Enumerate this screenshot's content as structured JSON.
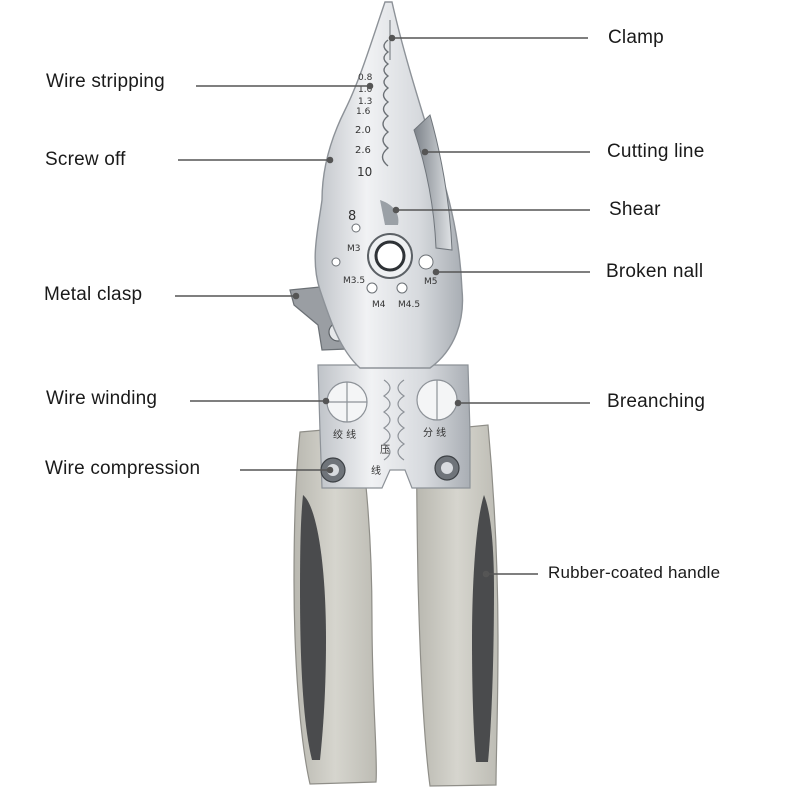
{
  "labels": {
    "clamp": "Clamp",
    "wire_stripping": "Wire stripping",
    "cutting_line": "Cutting line",
    "screw_off": "Screw off",
    "shear": "Shear",
    "broken_nall": "Broken nall",
    "metal_clasp": "Metal clasp",
    "wire_winding": "Wire winding",
    "breanching": "Breanching",
    "wire_compression": "Wire compression",
    "rubber_coated_handle": "Rubber-coated handle"
  },
  "gauge_marks": [
    "0.8",
    "1.0",
    "1.3",
    "1.6",
    "2.0",
    "2.6",
    "10"
  ],
  "screw_marks": [
    "8",
    "M3",
    "M3.5",
    "M4",
    "M4.5",
    "M5"
  ],
  "handle_marks": {
    "left_top": "绞 线",
    "center_top": "压",
    "center_bottom": "线",
    "right_top": "分 线"
  },
  "colors": {
    "steel": "#d9dce0",
    "steel_dark": "#9aa0a6",
    "handle_grey": "#c9c8c0",
    "rubber_dark": "#4a4b4d",
    "leader_line": "#555555"
  }
}
